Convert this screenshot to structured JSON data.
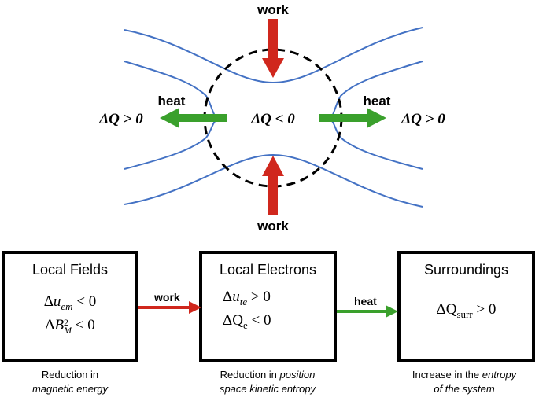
{
  "top_diagram": {
    "work_top": "work",
    "work_bottom": "work",
    "heat_left": "heat",
    "heat_right": "heat",
    "dq_left": "ΔQ > 0",
    "dq_center": "ΔQ < 0",
    "dq_right": "ΔQ > 0"
  },
  "boxes": [
    {
      "title": "Local Fields",
      "eq1": "Δu_em < 0",
      "eq2": "ΔB²_M < 0",
      "caption_line1": "Reduction in",
      "caption_line2": "magnetic energy"
    },
    {
      "title": "Local Electrons",
      "eq1": "Δu_te > 0",
      "eq2": "ΔQ_e < 0",
      "caption_line1_plain": "Reduction in ",
      "caption_line1_italic": "position",
      "caption_line2": "space kinetic entropy"
    },
    {
      "title": "Surroundings",
      "eq1": "ΔQ_surr > 0",
      "caption_line1_plain": "Increase in the ",
      "caption_line1_italic": "entropy",
      "caption_line2": "of the system"
    }
  ],
  "connectors": {
    "left_label": "work",
    "right_label": "heat"
  },
  "colors": {
    "field_line": "#4472c4",
    "work_arrow": "#d0271d",
    "heat_arrow": "#3aa02c",
    "circle": "#000000"
  }
}
